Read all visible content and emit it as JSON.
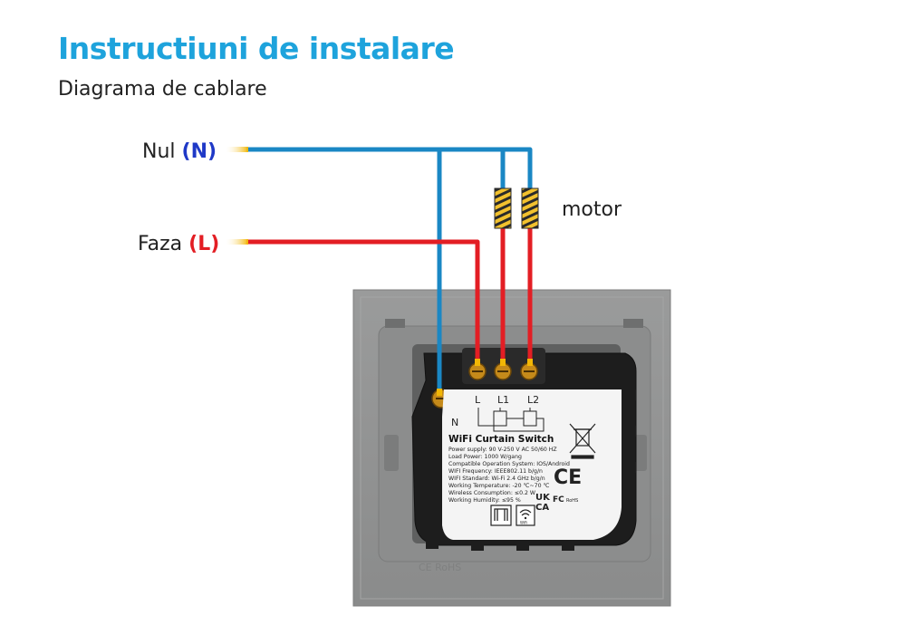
{
  "header": {
    "title": "Instructiuni de instalare",
    "subtitle": "Diagrama de cablare"
  },
  "wiring": {
    "neutral_label": "Nul ",
    "neutral_code": "(N)",
    "live_label": "Faza ",
    "live_code": "(L)",
    "motor_label": "motor"
  },
  "colors": {
    "title": "#1ea3dc",
    "neutral_wire": "#1a87c4",
    "neutral_text": "#1f39c7",
    "live_wire": "#e31e24",
    "live_text": "#e31e24",
    "connector": "#f2b705",
    "frame": "#8f9090",
    "switch_body": "#1d1d1d",
    "label_panel": "#f4f4f4"
  },
  "device": {
    "terminal_n": "N",
    "terminal_l": "L",
    "terminal_l1": "L1",
    "terminal_l2": "L2",
    "product_name": "WiFi Curtain Switch",
    "specs": [
      "Power supply: 90 V-250 V AC  50/60 HZ",
      "Load Power: 1000 W/gang",
      "Compatible Operation System: IOS/Android",
      "WIFI Frequency: IEEE802.11 b/g/n",
      "WIFI Standard: Wi-Fi 2.4 GHz b/g/n",
      "Working Temperature: -20 ℃~70 ℃",
      "Wireless Consumption: ≤0.2 W",
      "Working Humidity: ≤95 %"
    ],
    "cert_ce": "CE",
    "cert_ukca_top": "UK",
    "cert_ukca_bottom": "CA",
    "cert_fc": "FC",
    "cert_rohs": "RoHS",
    "wifi_tag": "WiFi",
    "frame_marks": "CE RoHS"
  }
}
